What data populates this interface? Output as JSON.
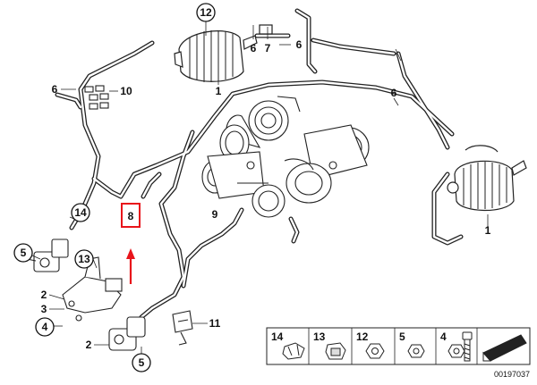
{
  "diagram": {
    "callouts": {
      "c12_top": "12",
      "n6_a": "6",
      "n7": "7",
      "n6_b": "6",
      "n6_c": "6",
      "n1_top": "1",
      "n6_left": "6",
      "n10": "10",
      "n6_right": "6",
      "c14": "14",
      "n8": "8",
      "n9": "9",
      "n1_right": "1",
      "c5_left": "5",
      "c13": "13",
      "n2_left": "2",
      "n3": "3",
      "c4": "4",
      "n11": "11",
      "n2_bottom": "2",
      "c5_bottom": "5"
    },
    "legend": {
      "items": [
        "14",
        "13",
        "12",
        "5",
        "4"
      ]
    },
    "doc_number": "00197037",
    "highlight_color": "#e8141b"
  }
}
